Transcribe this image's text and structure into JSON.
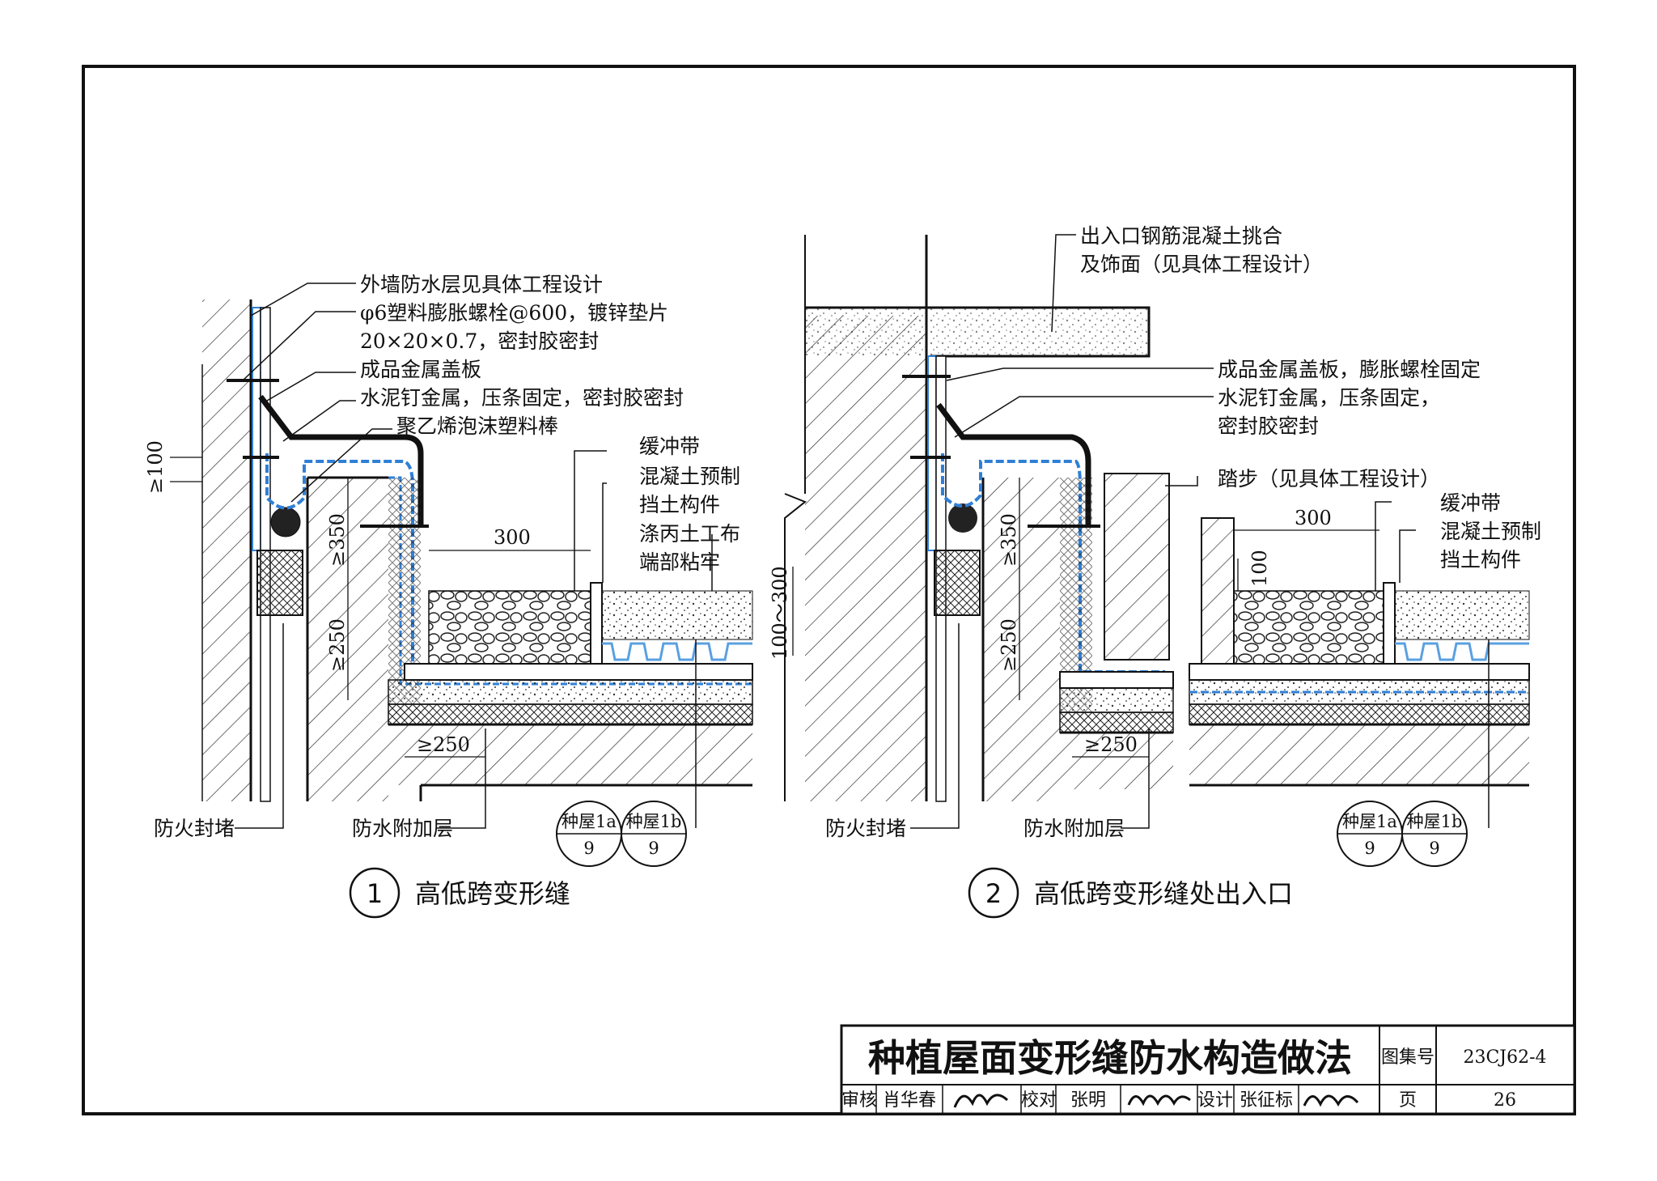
{
  "drawing": {
    "title": "种植屋面变形缝防水构造做法",
    "atlas_label": "图集号",
    "atlas_no": "23CJ62-4",
    "page_label": "页",
    "page_no": "26",
    "review_label": "审核",
    "reviewer": "肖华春",
    "check_label": "校对",
    "checker": "张明",
    "design_label": "设计",
    "designer": "张征标"
  },
  "detail1": {
    "number": "1",
    "caption": "高低跨变形缝",
    "labels": {
      "wall_waterproof": "外墙防水层见具体工程设计",
      "bolt_line1": "φ6塑料膨胀螺栓@600，镀锌垫片",
      "bolt_line2": "20×20×0.7，密封胶密封",
      "metal_cover": "成品金属盖板",
      "cement_nail": "水泥钉金属，压条固定，密封胶密封",
      "foam_rod": "聚乙烯泡沫塑料棒",
      "buffer": "缓冲带",
      "precast_line1": "混凝土预制",
      "precast_line2": "挡土构件",
      "geotextile_line1": "涤丙土工布",
      "geotextile_line2": "端部粘牢",
      "fire_seal": "防火封堵",
      "additional_layer": "防水附加层"
    },
    "dims": {
      "d100": "≥100",
      "d350": "≥350",
      "d250v": "≥250",
      "d300": "300",
      "d250h": "≥250"
    },
    "refs": [
      {
        "top": "种屋1a",
        "bottom": "9"
      },
      {
        "top": "种屋1b",
        "bottom": "9"
      }
    ]
  },
  "detail2": {
    "number": "2",
    "caption": "高低跨变形缝处出入口",
    "labels": {
      "canopy_line1": "出入口钢筋混凝土挑合",
      "canopy_line2": "及饰面（见具体工程设计）",
      "metal_cover": "成品金属盖板，膨胀螺栓固定",
      "cement_nail_line1": "水泥钉金属，压条固定，",
      "cement_nail_line2": "密封胶密封",
      "step": "踏步（见具体工程设计）",
      "buffer": "缓冲带",
      "precast_line1": "混凝土预制",
      "precast_line2": "挡土构件",
      "fire_seal": "防火封堵",
      "additional_layer": "防水附加层"
    },
    "dims": {
      "d100_300": "100～300",
      "d350": "≥350",
      "d250v": "≥250",
      "d300": "300",
      "d100": "100",
      "d250h": "≥250"
    },
    "refs": [
      {
        "top": "种屋1a",
        "bottom": "9"
      },
      {
        "top": "种屋1b",
        "bottom": "9"
      }
    ]
  },
  "colors": {
    "line": "#111111",
    "membrane": "#2f7fd6",
    "drainage": "#5aa0e0"
  }
}
